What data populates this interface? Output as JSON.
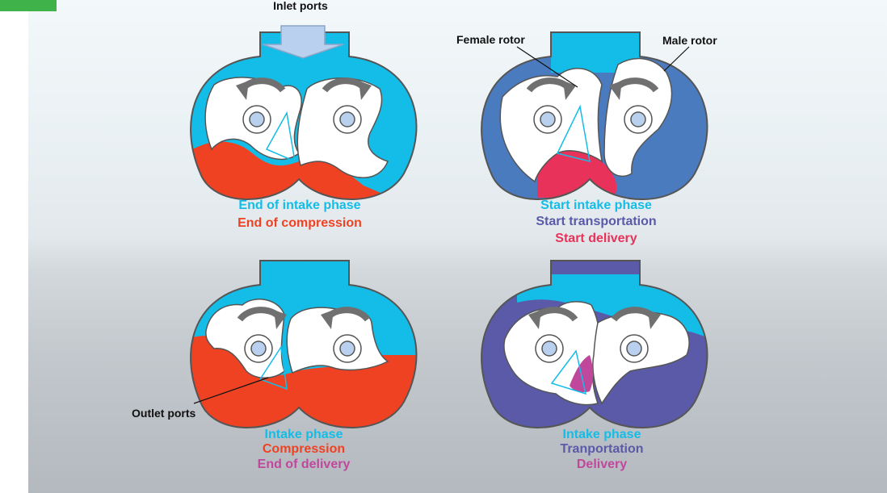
{
  "colors": {
    "intake": "#13bde7",
    "compression": "#ee4223",
    "transport": "#4a7bbf",
    "transport_dark": "#5a5aa8",
    "delivery_red": "#e8325a",
    "delivery_magenta": "#c0489c",
    "outline": "#555555",
    "arrow": "#707070",
    "port": "#b9d1ee"
  },
  "callouts": {
    "inlet_ports": "Inlet ports",
    "female_rotor": "Female rotor",
    "male_rotor": "Male rotor",
    "outlet_ports": "Outlet ports"
  },
  "panels": [
    {
      "line1": "End of intake phase",
      "line2": "End of compression",
      "line3": ""
    },
    {
      "line1": "Start intake phase",
      "line2": "Start transportation",
      "line3": "Start delivery"
    },
    {
      "line1": "Intake phase",
      "line2": "Compression",
      "line3": "End of delivery"
    },
    {
      "line1": "Intake phase",
      "line2": "Tranportation",
      "line3": "Delivery"
    }
  ]
}
